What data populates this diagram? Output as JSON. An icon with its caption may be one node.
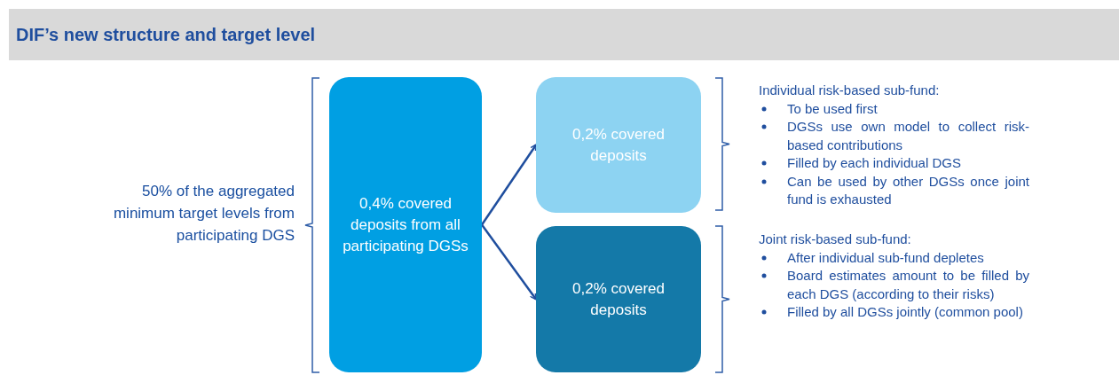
{
  "diagram": {
    "title": "DIF’s new structure and target level",
    "nodes": [
      {
        "text": [
          "50% of the aggregated minimum target levels from participating DGS"
        ]
      },
      {
        "text": [
          "0,4% covered deposits from all participating DGSs"
        ]
      },
      {
        "text": [
          "0,2% covered deposits"
        ]
      },
      {
        "text": [
          "0,2% covered deposits"
        ]
      },
      {
        "text": [
          "Individual risk-based sub-fund:",
          "To be used first",
          "DGSs use own model to collect risk-based contributions",
          "Filled by each individual DGS",
          "Can be used by other DGSs once joint fund is exhausted"
        ]
      },
      {
        "text": [
          "Joint risk-based sub-fund:",
          "After individual sub-fund depletes",
          "Board estimates amount to be filled by each DGS (according to their risks)",
          "Filled by all DGSs jointly (common pool)"
        ]
      }
    ],
    "edges": [
      {
        "from": 1,
        "to": 2,
        "arrow": "to"
      },
      {
        "from": 1,
        "to": 3,
        "arrow": "to"
      }
    ]
  }
}
